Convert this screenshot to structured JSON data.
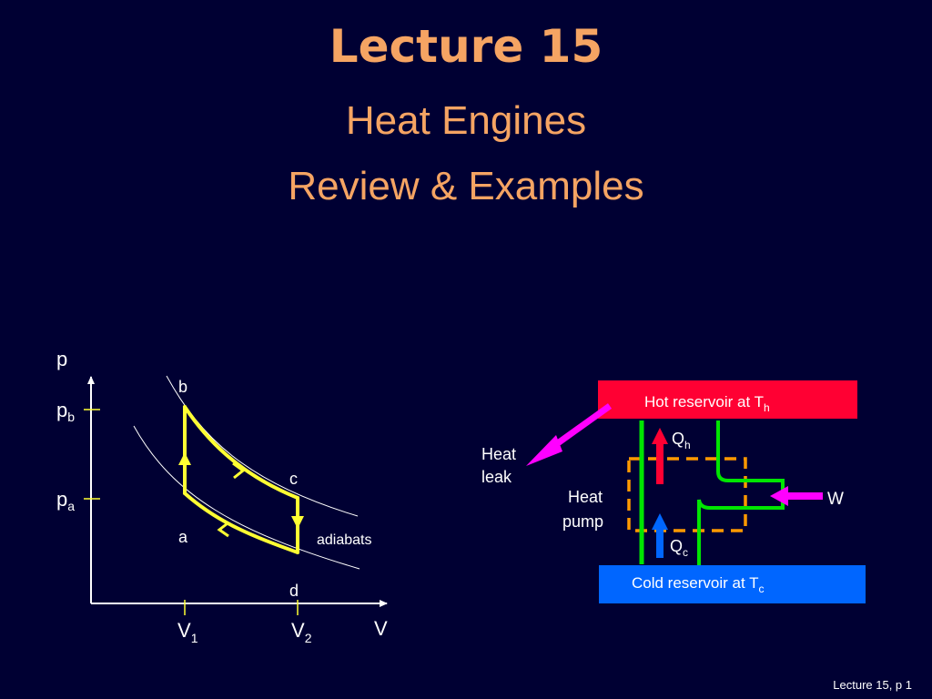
{
  "slide": {
    "title": "Lecture 15",
    "subtitle1": "Heat Engines",
    "subtitle2": "Review & Examples",
    "footer": "Lecture 15, p 1"
  },
  "pv_diagram": {
    "y_axis": "p",
    "x_axis": "V",
    "pb_main": "p",
    "pb_sub": "b",
    "pa_main": "p",
    "pa_sub": "a",
    "v1_main": "V",
    "v1_sub": "1",
    "v2_main": "V",
    "v2_sub": "2",
    "point_a": "a",
    "point_b": "b",
    "point_c": "c",
    "point_d": "d",
    "adiabats": "adiabats"
  },
  "heat_pump": {
    "hot_label": "Hot reservoir at T",
    "hot_sub": "h",
    "cold_label": "Cold reservoir at T",
    "cold_sub": "c",
    "qh_main": "Q",
    "qh_sub": "h",
    "qc_main": "Q",
    "qc_sub": "c",
    "leak_line1": "Heat",
    "leak_line2": "leak",
    "pump_line1": "Heat",
    "pump_line2": "pump",
    "work": "W"
  },
  "colors": {
    "background": "#000033",
    "title": "#F5A463",
    "cycle": "#FFFF33",
    "hot_box": "#FF0033",
    "cold_box": "#0066FF",
    "green": "#00E600",
    "magenta": "#FF00FF",
    "orange": "#FF9900"
  }
}
